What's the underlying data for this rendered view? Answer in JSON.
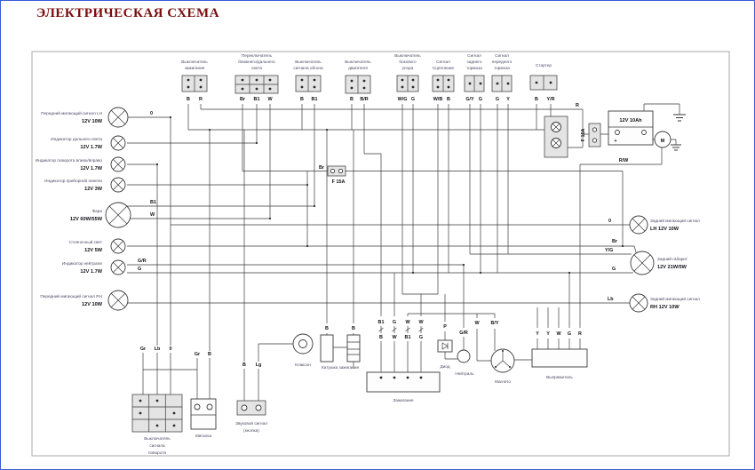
{
  "title": "ЭЛЕКТРИЧЕСКАЯ СХЕМА",
  "left_lamps": [
    {
      "name": "Передний мигающий сигнал LH",
      "spec": "12V 10W"
    },
    {
      "name": "Индикатор дальнего света",
      "spec": "12V 1.7W"
    },
    {
      "name": "Индикатор поворота влево/вправо",
      "spec": "12V 1.7W"
    },
    {
      "name": "Индикатор приборной панели",
      "spec": "12V 3W"
    },
    {
      "name": "Фара",
      "spec": "12V 60W/55W"
    },
    {
      "name": "Стояночный свет",
      "spec": "12V 5W"
    },
    {
      "name": "Индикатор нейтрали",
      "spec": "12V 1.7W"
    },
    {
      "name": "Передний мигающий сигнал RH",
      "spec": "12V 10W"
    }
  ],
  "left_wire_labels": {
    "o": "0",
    "b1": "B1",
    "w": "W",
    "gr": "G/R",
    "g": "G"
  },
  "top_switches": [
    {
      "l1": "Выключатель",
      "l2": "зажигания",
      "l3": "",
      "p1": "B",
      "p2": "R"
    },
    {
      "l1": "Переключатель",
      "l2": "ближнего/дальнего",
      "l3": "света",
      "p1": "Br",
      "p2": "B1",
      "p3": "W"
    },
    {
      "l1": "Выключатель",
      "l2": "сигнала обгона",
      "l3": "",
      "p1": "B",
      "p2": "B1"
    },
    {
      "l1": "Выключатель",
      "l2": "двигателя",
      "l3": "",
      "p1": "B",
      "p2": "B/R"
    },
    {
      "l1": "Выключатель",
      "l2": "бокового",
      "l3": "упора",
      "p1": "W/G",
      "p2": "G"
    },
    {
      "l1": "Сигнал",
      "l2": "Сцепление",
      "l3": "",
      "p1": "W/B",
      "p2": "B"
    },
    {
      "l1": "Сигнал",
      "l2": "заднего",
      "l3": "тормоза",
      "p1": "G/Y",
      "p2": "G"
    },
    {
      "l1": "Сигнал",
      "l2": "переднего",
      "l3": "тормоза",
      "p1": "G",
      "p2": "Y"
    },
    {
      "l1": "Стартер",
      "l2": "",
      "l3": "",
      "p1": "B",
      "p2": "Y/R"
    }
  ],
  "fuse_mid": {
    "wire": "Br",
    "label": "F 15A"
  },
  "battery": {
    "label": "12V 10Ah",
    "plus": "+",
    "fuse": "F 15A",
    "wire_r": "R",
    "wire_rw": "R/W",
    "motor": "M"
  },
  "right_lamps": [
    {
      "name": "Задний мигающий сигнал",
      "spec": "LH 12V 10W"
    },
    {
      "name": "Задний габарит",
      "spec": "12V 21W/5W"
    },
    {
      "name": "Задний мигающий сигнал",
      "spec": "RH 12V 10W"
    }
  ],
  "right_wire_labels": {
    "o": "0",
    "br": "Br",
    "yg": "Y/G",
    "g": "G",
    "lb": "Lb"
  },
  "turn_switch": {
    "p1": "Gr",
    "p2": "Lb",
    "p3": "0",
    "l1": "Выключатель",
    "l2": "сигнала",
    "l3": "поворота"
  },
  "flasher": {
    "p1": "Gr",
    "p2": "B",
    "name": "Мигалка"
  },
  "horn_button": {
    "p1": "B",
    "p2": "Lg",
    "l1": "Звуковой сигнал",
    "l2": "(кнопка)"
  },
  "horn": {
    "name": "Клаксон"
  },
  "coil": {
    "p1": "B",
    "p2": "B",
    "name": "Катушка зажигания"
  },
  "cdi": {
    "r1": [
      "B1",
      "G",
      "W",
      "W"
    ],
    "r2": [
      "B",
      "W",
      "B1",
      "G"
    ],
    "name": "Зажигание"
  },
  "diode": {
    "pin": "P",
    "name": "Диод"
  },
  "neutral": {
    "pin": "G/R",
    "name": "Нейтраль"
  },
  "magneto": {
    "p1": "W",
    "p2": "B/Y",
    "name": "Магнето"
  },
  "rectifier": {
    "pins": [
      "Y",
      "Y",
      "W",
      "G",
      "R"
    ],
    "name": "Выпрямитель"
  }
}
